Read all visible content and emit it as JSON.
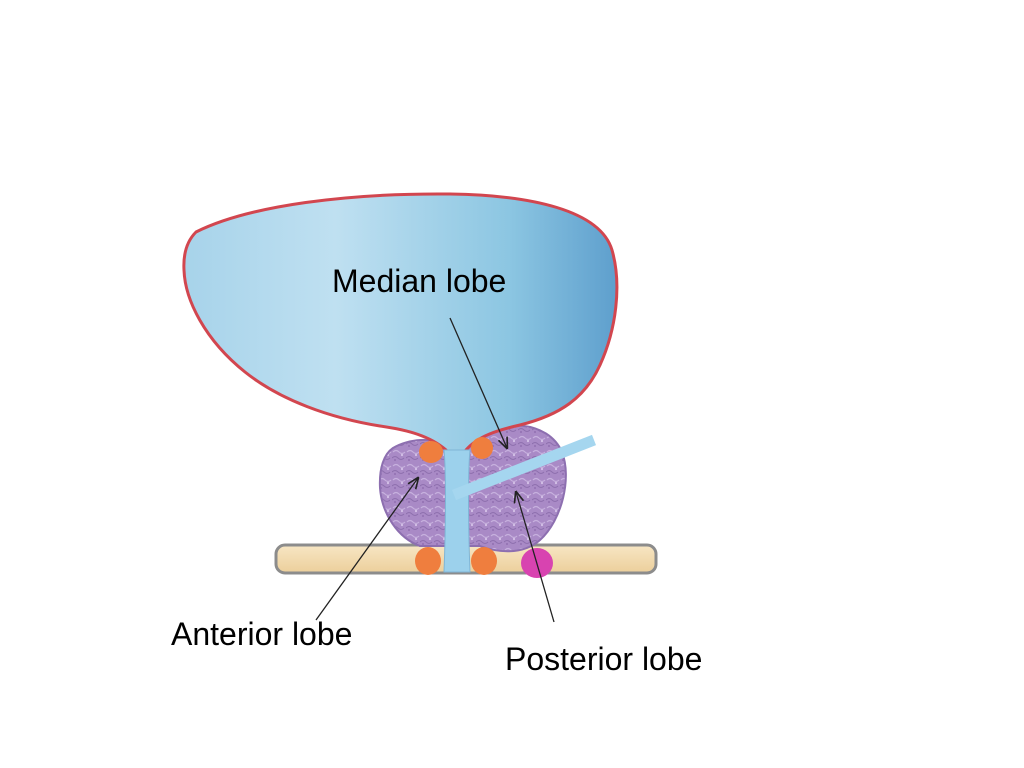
{
  "labels": {
    "median": "Median lobe",
    "anterior": "Anterior lobe",
    "posterior": "Posterior lobe"
  },
  "colors": {
    "bladder_fill": "#8cc6e2",
    "bladder_outline": "#d2464f",
    "prostate_fill": "#a98ac6",
    "urethra": "#9cd1ec",
    "gland_orange": "#ef7e3e",
    "gland_magenta": "#d843b0",
    "floor_fill": "#f4dcb0",
    "floor_outline": "#8c8c8c"
  }
}
